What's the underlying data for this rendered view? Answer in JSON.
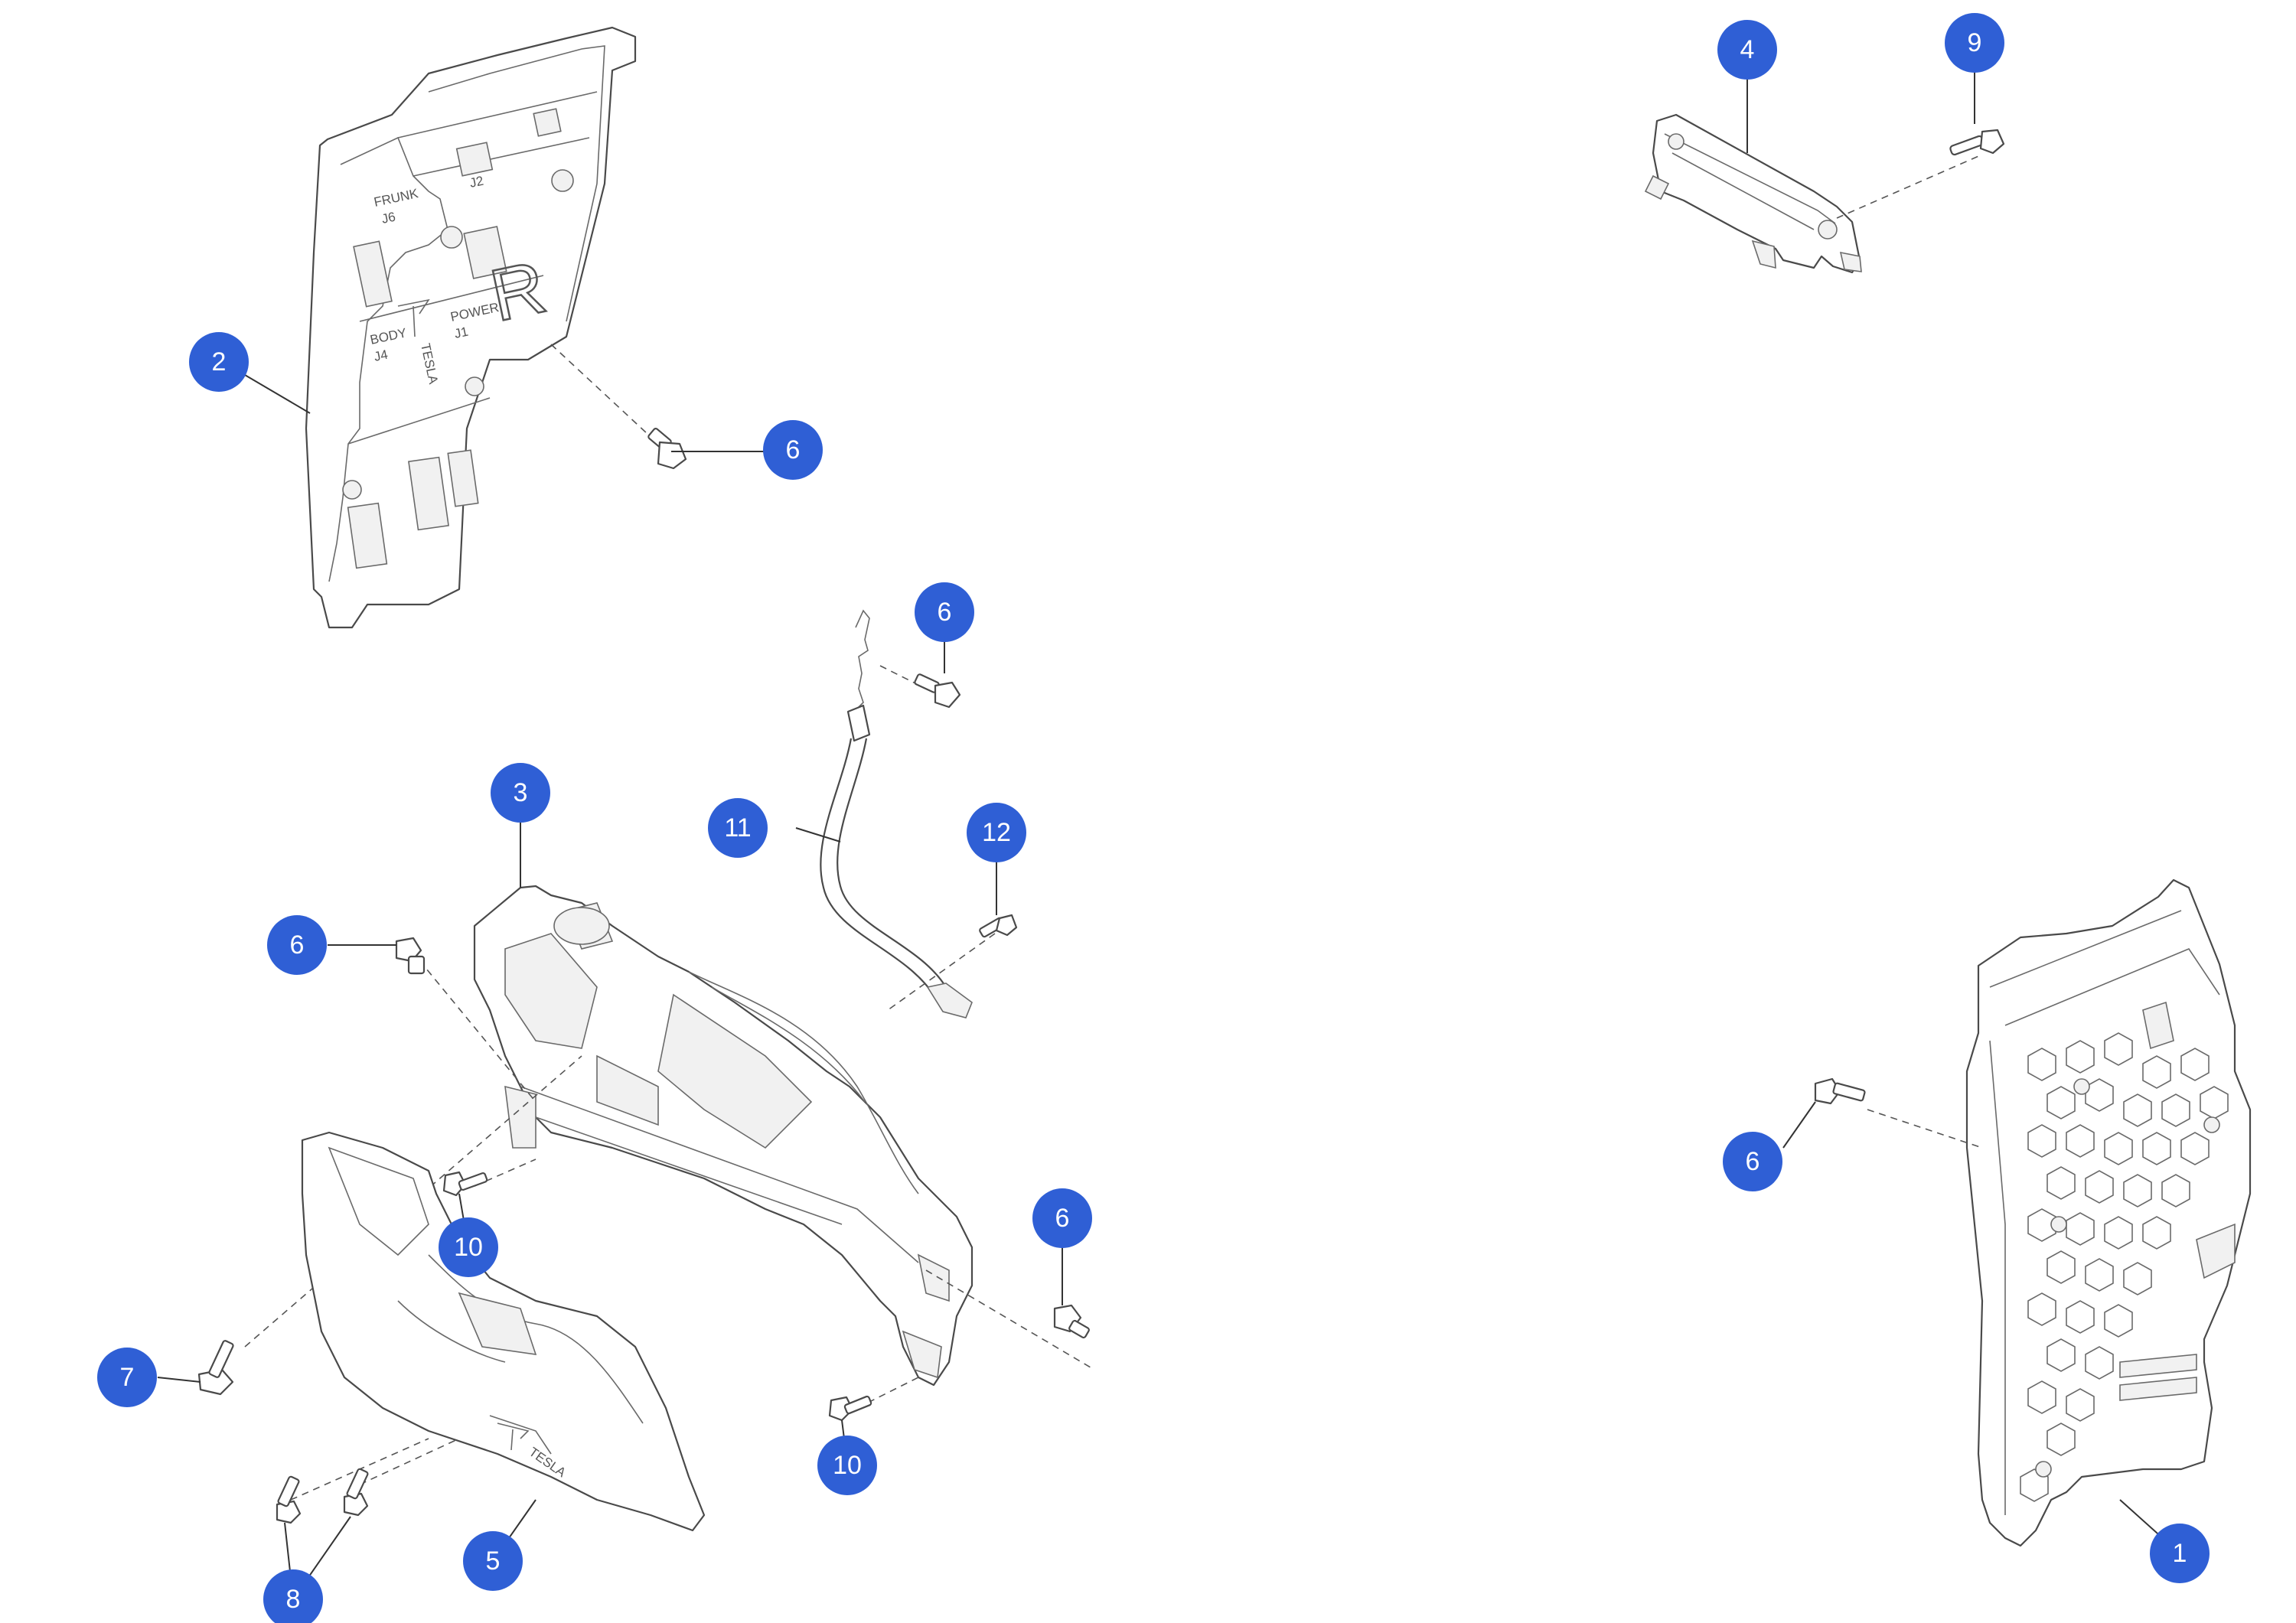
{
  "callouts": [
    {
      "id": "c2",
      "label": "2"
    },
    {
      "id": "c6a",
      "label": "6"
    },
    {
      "id": "c4",
      "label": "4"
    },
    {
      "id": "c9",
      "label": "9"
    },
    {
      "id": "c6b",
      "label": "6"
    },
    {
      "id": "c11",
      "label": "11"
    },
    {
      "id": "c3",
      "label": "3"
    },
    {
      "id": "c12",
      "label": "12"
    },
    {
      "id": "c6c",
      "label": "6"
    },
    {
      "id": "c10a",
      "label": "10"
    },
    {
      "id": "c6d",
      "label": "6"
    },
    {
      "id": "c7",
      "label": "7"
    },
    {
      "id": "c10b",
      "label": "10"
    },
    {
      "id": "c8",
      "label": "8"
    },
    {
      "id": "c5",
      "label": "5"
    },
    {
      "id": "c6e",
      "label": "6"
    },
    {
      "id": "c1",
      "label": "1"
    }
  ],
  "part_markings": {
    "frunk": "FRUNK",
    "j6": "J6",
    "body": "BODY",
    "j4": "J4",
    "power": "POWER",
    "j1": "J1",
    "j2": "J2",
    "r": "R",
    "tesla_vertical": "TESLA",
    "tesla_cover": "TESLA"
  },
  "colors": {
    "callout_fill": "#2f5fd5",
    "callout_text": "#ffffff",
    "line_art": "#4a4a4a"
  }
}
